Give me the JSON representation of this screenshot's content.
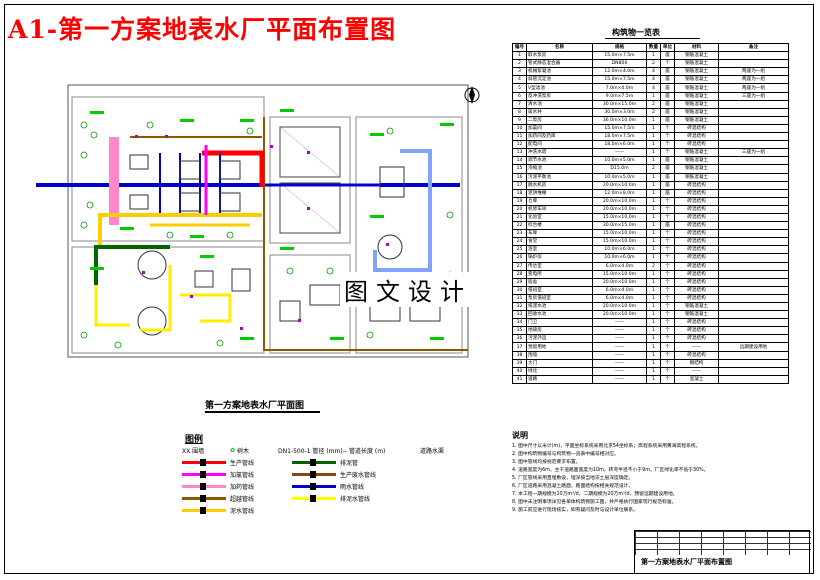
{
  "title": "A1-第一方案地表水厂平面布置图",
  "watermark": "图文设计",
  "plan_title": "第一方案地表水厂平面图",
  "legend": {
    "title": "图例",
    "top_items": [
      "XX 围墙",
      "树木",
      "DN1-500-1 管径 (mm)-- 管道长度 (m)",
      "道路水渠"
    ],
    "lines": [
      {
        "label": "生产管线",
        "color": "#ff0000"
      },
      {
        "label": "加氯管线",
        "color": "#ff00ff"
      },
      {
        "label": "加药管线",
        "color": "#ff88cc"
      },
      {
        "label": "超越管线",
        "color": "#8b5a00"
      },
      {
        "label": "泥水管线",
        "color": "#ffcc00"
      },
      {
        "label": "排泥管",
        "color": "#006400"
      },
      {
        "label": "生产废水管线",
        "color": "#8b4513"
      },
      {
        "label": "雨水管线",
        "color": "#0000cc"
      },
      {
        "label": "排泥水管线",
        "color": "#ffff00"
      }
    ]
  },
  "equipment": {
    "title": "构筑物一览表",
    "headers": [
      "编号",
      "名称",
      "规格",
      "数量",
      "单位",
      "材料",
      "备注"
    ],
    "rows": [
      [
        "1",
        "取水泵房",
        "15.0m×7.5m",
        "1",
        "座",
        "钢筋混凝土",
        ""
      ],
      [
        "2",
        "管式静态混合器",
        "DN800",
        "2",
        "个",
        "钢筋混凝土",
        ""
      ],
      [
        "3",
        "机械絮凝池",
        "12.0m×4.0m",
        "4",
        "座",
        "钢筋混凝土",
        "两座为一组"
      ],
      [
        "4",
        "斜管沉淀池",
        "15.0m×7.5m",
        "4",
        "座",
        "钢筋混凝土",
        "两座为一组"
      ],
      [
        "5",
        "V型滤池",
        "7.0m×4.0m",
        "4",
        "座",
        "钢筋混凝土",
        "两座为一组"
      ],
      [
        "6",
        "反冲洗泵房",
        "9.0m×7.5m",
        "1",
        "座",
        "钢筋混凝土",
        "三座为一组"
      ],
      [
        "7",
        "清水池",
        "30.0m×15.0m",
        "2",
        "座",
        "钢筋混凝土",
        ""
      ],
      [
        "8",
        "吸水井",
        "30.0m×3.0m",
        "2",
        "座",
        "钢筋混凝土",
        ""
      ],
      [
        "9",
        "二泵房",
        "36.0m×10.0m",
        "1",
        "座",
        "钢筋混凝土",
        ""
      ],
      [
        "10",
        "加氯间",
        "15.0m×7.5m",
        "1",
        "个",
        "砖混结构",
        ""
      ],
      [
        "11",
        "加药间及药库",
        "18.0m×7.5m",
        "1",
        "个",
        "砖混结构",
        ""
      ],
      [
        "12",
        "配电间",
        "18.0m×6.0m",
        "1",
        "个",
        "砖混结构",
        ""
      ],
      [
        "13",
        "冲洗水塔",
        "——",
        "1",
        "个",
        "钢筋混凝土",
        "三座为一组"
      ],
      [
        "14",
        "调节水池",
        "10.0m×5.0m",
        "1",
        "座",
        "钢筋混凝土",
        ""
      ],
      [
        "15",
        "浓缩池",
        "D15.0m",
        "2",
        "座",
        "钢筋混凝土",
        ""
      ],
      [
        "16",
        "污泥平衡池",
        "10.0m×5.0m",
        "1",
        "座",
        "钢筋混凝土",
        ""
      ],
      [
        "17",
        "脱水机房",
        "20.0m×10.0m",
        "1",
        "座",
        "砖混结构",
        ""
      ],
      [
        "18",
        "泥饼堆棚",
        "12.0m×8.0m",
        "1",
        "座",
        "砖混结构",
        ""
      ],
      [
        "19",
        "仓库",
        "20.0m×10.0m",
        "1",
        "个",
        "砖混结构",
        ""
      ],
      [
        "20",
        "机修车间",
        "20.0m×10.0m",
        "1",
        "个",
        "砖混结构",
        ""
      ],
      [
        "21",
        "化验室",
        "15.0m×10.0m",
        "1",
        "个",
        "砖混结构",
        ""
      ],
      [
        "22",
        "综合楼",
        "30.0m×15.0m",
        "1",
        "座",
        "砖混结构",
        ""
      ],
      [
        "23",
        "车库",
        "15.0m×10.0m",
        "1",
        "个",
        "砖混结构",
        ""
      ],
      [
        "24",
        "食堂",
        "15.0m×10.0m",
        "1",
        "个",
        "砖混结构",
        ""
      ],
      [
        "25",
        "浴室",
        "10.0m×6.0m",
        "1",
        "个",
        "砖混结构",
        ""
      ],
      [
        "26",
        "锅炉房",
        "10.0m×6.0m",
        "1",
        "个",
        "砖混结构",
        ""
      ],
      [
        "27",
        "传达室",
        "6.0m×4.0m",
        "2",
        "个",
        "砖混结构",
        ""
      ],
      [
        "28",
        "变电所",
        "15.0m×10.0m",
        "1",
        "个",
        "砖混结构",
        ""
      ],
      [
        "29",
        "宿舍",
        "20.0m×10.0m",
        "1",
        "个",
        "砖混结构",
        ""
      ],
      [
        "30",
        "值班室",
        "6.0m×4.0m",
        "1",
        "个",
        "砖混结构",
        ""
      ],
      [
        "31",
        "泵房值班室",
        "6.0m×4.0m",
        "1",
        "个",
        "砖混结构",
        ""
      ],
      [
        "32",
        "排泥水池",
        "20.0m×10.0m",
        "1",
        "个",
        "钢筋混凝土",
        ""
      ],
      [
        "33",
        "回收水池",
        "20.0m×10.0m",
        "1",
        "个",
        "钢筋混凝土",
        ""
      ],
      [
        "34",
        "门卫",
        "——",
        "1",
        "个",
        "砖混结构",
        ""
      ],
      [
        "35",
        "地磅房",
        "——",
        "1",
        "个",
        "砖混结构",
        ""
      ],
      [
        "36",
        "污泥外运",
        "——",
        "1",
        "个",
        "砖混结构",
        ""
      ],
      [
        "37",
        "预留用地",
        "——",
        "1",
        "个",
        "——",
        "远期建设用地"
      ],
      [
        "38",
        "围墙",
        "——",
        "1",
        "个",
        "砖混结构",
        ""
      ],
      [
        "39",
        "大门",
        "——",
        "1",
        "个",
        "钢结构",
        ""
      ],
      [
        "40",
        "绿化",
        "——",
        "1",
        "个",
        "——",
        ""
      ],
      [
        "41",
        "道路",
        "——",
        "1",
        "个",
        "混凝土",
        ""
      ]
    ]
  },
  "notes": {
    "title": "说明",
    "lines": [
      "1. 图中尺寸以米计(m)，平面坐标系统采用北京54坐标系；高程系统采用黄海高程系统。",
      "2. 图中构筑物编号与构筑物一览表中编号相对应。",
      "3. 图中管线均按规范要求布置。",
      "4. 道路宽度为6m，主干道路面宽度为10m，转弯半径不小于9m，厂区绿化率不低于30%。",
      "5. 厂区管线采用直埋敷设，埋深按当地冻土层深度确定。",
      "6. 厂区道路采用混凝土路面，路面结构按相关规范设计。",
      "7. 本工程一期规模为10万m³/d，二期规模为20万m³/d，预留远期建设用地。",
      "8. 图中未注明事项详见各单体构筑物施工图，并严格执行国家现行规范标准。",
      "9. 施工前应进行现场核实，如有疑问及时与设计单位联系。"
    ]
  },
  "title_block": {
    "drawing_name": "第一方案地表水厂平面布置图"
  }
}
